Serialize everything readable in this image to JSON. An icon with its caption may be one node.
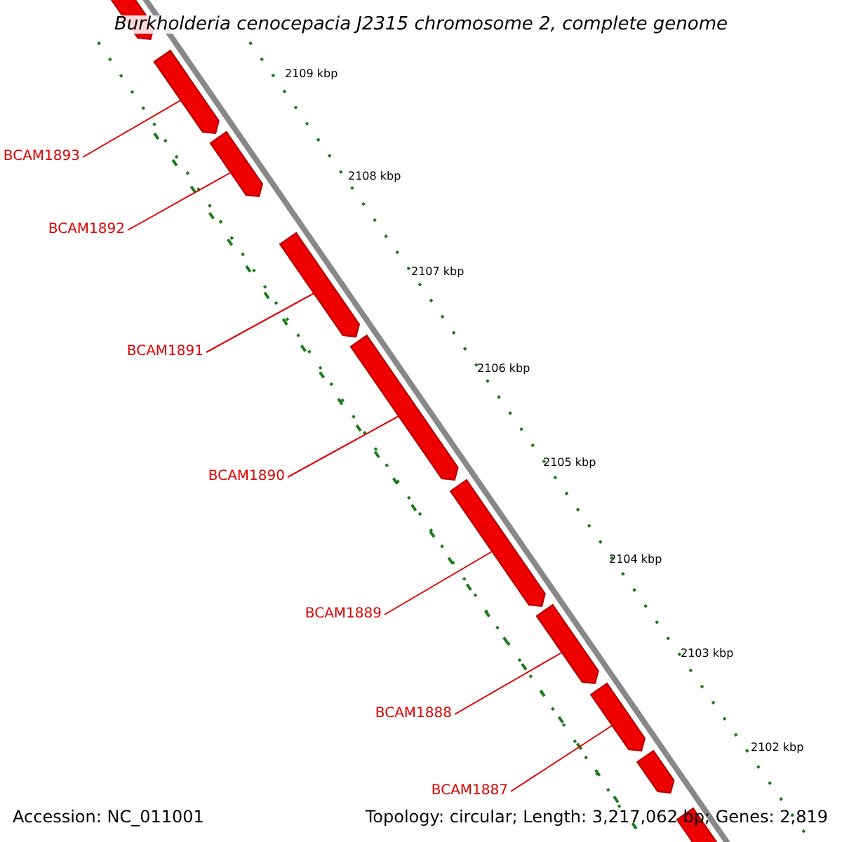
{
  "diagram": {
    "title": "Burkholderia cenocepacia J2315 chromosome 2, complete genome",
    "nodes": [
      {
        "text": [],
        "shape": "bar"
      },
      {
        "text": [],
        "shape": "bar"
      },
      {
        "text": [],
        "shape": "bar"
      },
      {
        "text": [],
        "shape": "bar"
      },
      {
        "text": [],
        "shape": "bar"
      },
      {
        "text": [],
        "shape": "bar"
      },
      {
        "text": [],
        "shape": "bar"
      },
      {
        "text": [],
        "shape": "bar"
      },
      {
        "text": [],
        "shape": "bar"
      },
      {
        "text": [],
        "shape": "bar"
      },
      {
        "text": [
          "BCAM1893"
        ]
      },
      {
        "text": [
          "BCAM1892"
        ]
      },
      {
        "text": [
          "BCAM1891"
        ]
      },
      {
        "text": [
          "BCAM1890"
        ]
      },
      {
        "text": [
          "BCAM1889"
        ]
      },
      {
        "text": [
          "BCAM1888"
        ]
      },
      {
        "text": [
          "BCAM1887"
        ]
      }
    ],
    "edges": [
      {
        "from": 10,
        "to": 1,
        "arrow": "none"
      },
      {
        "from": 11,
        "to": 2,
        "arrow": "none"
      },
      {
        "from": 12,
        "to": 3,
        "arrow": "none"
      },
      {
        "from": 13,
        "to": 4,
        "arrow": "none"
      },
      {
        "from": 14,
        "to": 5,
        "arrow": "none"
      },
      {
        "from": 15,
        "to": 6,
        "arrow": "none"
      },
      {
        "from": 16,
        "to": 7,
        "arrow": "none"
      }
    ],
    "labels": [
      "2109 kbp",
      "2108 kbp",
      "2107 kbp",
      "2106 kbp",
      "2105 kbp",
      "2104 kbp",
      "2103 kbp",
      "2102 kbp",
      "Accession: NC_011001",
      "Topology: circular; Length: 3,217,062 bp; Genes: 2,819"
    ]
  }
}
